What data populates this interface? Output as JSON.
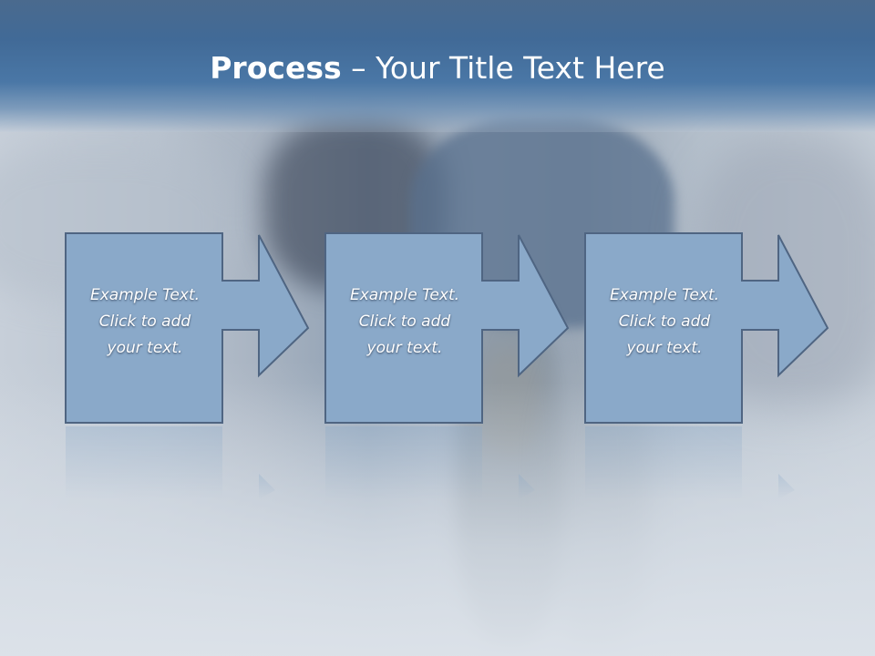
{
  "title": {
    "bold": "Process",
    "rest": " – Your Title Text Here"
  },
  "steps": [
    {
      "text_line1": "Example Text.",
      "text_line2": "Click  to add",
      "text_line3": "your text."
    },
    {
      "text_line1": "Example Text.",
      "text_line2": "Click  to add",
      "text_line3": "your text."
    },
    {
      "text_line1": "Example Text.",
      "text_line2": "Click  to add",
      "text_line3": "your text."
    }
  ],
  "colors": {
    "title_band": "#416a97",
    "step_fill": "#8aa9c9",
    "step_stroke": "#4f6582",
    "text": "#ffffff"
  }
}
